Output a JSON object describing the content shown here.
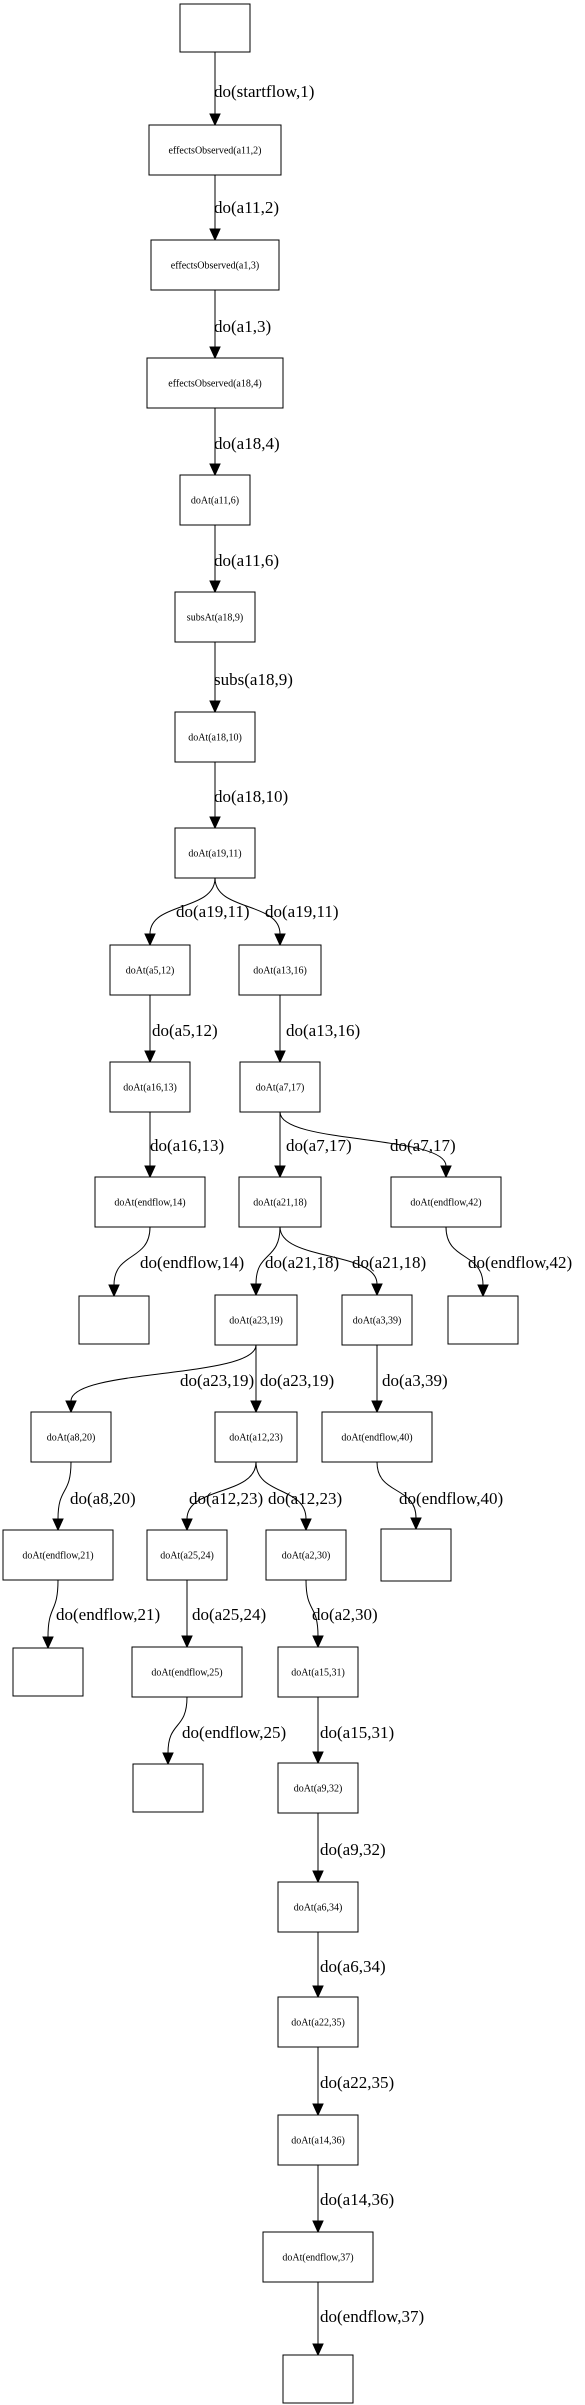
{
  "diagram": {
    "nodes": [
      {
        "id": "n0",
        "label": ""
      },
      {
        "id": "n1",
        "label": "effectsObserved(a11,2)"
      },
      {
        "id": "n2",
        "label": "effectsObserved(a1,3)"
      },
      {
        "id": "n3",
        "label": "effectsObserved(a18,4)"
      },
      {
        "id": "n4",
        "label": "doAt(a11,6)"
      },
      {
        "id": "n5",
        "label": "subsAt(a18,9)"
      },
      {
        "id": "n6",
        "label": "doAt(a18,10)"
      },
      {
        "id": "n7",
        "label": "doAt(a19,11)"
      },
      {
        "id": "n8",
        "label": "doAt(a5,12)"
      },
      {
        "id": "n9",
        "label": "doAt(a13,16)"
      },
      {
        "id": "n10",
        "label": "doAt(a16,13)"
      },
      {
        "id": "n11",
        "label": "doAt(a7,17)"
      },
      {
        "id": "n12",
        "label": "doAt(endflow,14)"
      },
      {
        "id": "n13",
        "label": "doAt(a21,18)"
      },
      {
        "id": "n14",
        "label": "doAt(endflow,42)"
      },
      {
        "id": "n15",
        "label": ""
      },
      {
        "id": "n16",
        "label": "doAt(a23,19)"
      },
      {
        "id": "n17",
        "label": "doAt(a3,39)"
      },
      {
        "id": "n18",
        "label": ""
      },
      {
        "id": "n19",
        "label": "doAt(a8,20)"
      },
      {
        "id": "n20",
        "label": "doAt(a12,23)"
      },
      {
        "id": "n21",
        "label": "doAt(endflow,40)"
      },
      {
        "id": "n22",
        "label": "doAt(endflow,21)"
      },
      {
        "id": "n23",
        "label": "doAt(a25,24)"
      },
      {
        "id": "n24",
        "label": "doAt(a2,30)"
      },
      {
        "id": "n25",
        "label": ""
      },
      {
        "id": "n26",
        "label": ""
      },
      {
        "id": "n27",
        "label": "doAt(endflow,25)"
      },
      {
        "id": "n28",
        "label": "doAt(a15,31)"
      },
      {
        "id": "n29",
        "label": ""
      },
      {
        "id": "n30",
        "label": "doAt(a9,32)"
      },
      {
        "id": "n31",
        "label": "doAt(a6,34)"
      },
      {
        "id": "n32",
        "label": "doAt(a22,35)"
      },
      {
        "id": "n33",
        "label": "doAt(a14,36)"
      },
      {
        "id": "n34",
        "label": "doAt(endflow,37)"
      },
      {
        "id": "n35",
        "label": ""
      }
    ],
    "edges": [
      {
        "from": "n0",
        "to": "n1",
        "label": "do(startflow,1)"
      },
      {
        "from": "n1",
        "to": "n2",
        "label": "do(a11,2)"
      },
      {
        "from": "n2",
        "to": "n3",
        "label": "do(a1,3)"
      },
      {
        "from": "n3",
        "to": "n4",
        "label": "do(a18,4)"
      },
      {
        "from": "n4",
        "to": "n5",
        "label": "do(a11,6)"
      },
      {
        "from": "n5",
        "to": "n6",
        "label": "subs(a18,9)"
      },
      {
        "from": "n6",
        "to": "n7",
        "label": "do(a18,10)"
      },
      {
        "from": "n7",
        "to": "n8",
        "label": "do(a19,11)"
      },
      {
        "from": "n7",
        "to": "n9",
        "label": "do(a19,11)"
      },
      {
        "from": "n8",
        "to": "n10",
        "label": "do(a5,12)"
      },
      {
        "from": "n9",
        "to": "n11",
        "label": "do(a13,16)"
      },
      {
        "from": "n10",
        "to": "n12",
        "label": "do(a16,13)"
      },
      {
        "from": "n11",
        "to": "n13",
        "label": "do(a7,17)"
      },
      {
        "from": "n11",
        "to": "n14",
        "label": "do(a7,17)"
      },
      {
        "from": "n12",
        "to": "n15",
        "label": "do(endflow,14)"
      },
      {
        "from": "n13",
        "to": "n16",
        "label": "do(a21,18)"
      },
      {
        "from": "n13",
        "to": "n17",
        "label": "do(a21,18)"
      },
      {
        "from": "n14",
        "to": "n18",
        "label": "do(endflow,42)"
      },
      {
        "from": "n16",
        "to": "n19",
        "label": "do(a23,19)"
      },
      {
        "from": "n16",
        "to": "n20",
        "label": "do(a23,19)"
      },
      {
        "from": "n17",
        "to": "n21",
        "label": "do(a3,39)"
      },
      {
        "from": "n19",
        "to": "n22",
        "label": "do(a8,20)"
      },
      {
        "from": "n20",
        "to": "n23",
        "label": "do(a12,23)"
      },
      {
        "from": "n20",
        "to": "n24",
        "label": "do(a12,23)"
      },
      {
        "from": "n21",
        "to": "n25",
        "label": "do(endflow,40)"
      },
      {
        "from": "n22",
        "to": "n26",
        "label": "do(endflow,21)"
      },
      {
        "from": "n23",
        "to": "n27",
        "label": "do(a25,24)"
      },
      {
        "from": "n24",
        "to": "n28",
        "label": "do(a2,30)"
      },
      {
        "from": "n27",
        "to": "n29",
        "label": "do(endflow,25)"
      },
      {
        "from": "n28",
        "to": "n30",
        "label": "do(a15,31)"
      },
      {
        "from": "n30",
        "to": "n31",
        "label": "do(a9,32)"
      },
      {
        "from": "n31",
        "to": "n32",
        "label": "do(a6,34)"
      },
      {
        "from": "n32",
        "to": "n33",
        "label": "do(a22,35)"
      },
      {
        "from": "n33",
        "to": "n34",
        "label": "do(a14,36)"
      },
      {
        "from": "n34",
        "to": "n35",
        "label": "do(endflow,37)"
      }
    ]
  }
}
